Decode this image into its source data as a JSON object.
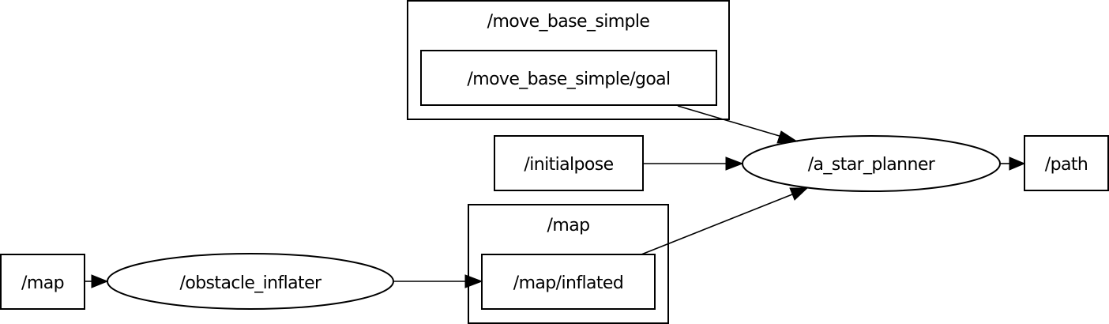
{
  "graph": {
    "clusters": {
      "move_base_simple": {
        "label": "/move_base_simple"
      },
      "map_ns": {
        "label": "/map"
      }
    },
    "nodes": {
      "goal": {
        "label": "/move_base_simple/goal"
      },
      "initialpose": {
        "label": "/initialpose"
      },
      "planner": {
        "label": "/a_star_planner"
      },
      "path": {
        "label": "/path"
      },
      "map": {
        "label": "/map"
      },
      "inflater": {
        "label": "/obstacle_inflater"
      },
      "inflated": {
        "label": "/map/inflated"
      }
    },
    "edges": [
      {
        "from": "/move_base_simple/goal",
        "to": "/a_star_planner"
      },
      {
        "from": "/initialpose",
        "to": "/a_star_planner"
      },
      {
        "from": "/map/inflated",
        "to": "/a_star_planner"
      },
      {
        "from": "/a_star_planner",
        "to": "/path"
      },
      {
        "from": "/map",
        "to": "/obstacle_inflater"
      },
      {
        "from": "/obstacle_inflater",
        "to": "/map/inflated"
      }
    ]
  }
}
